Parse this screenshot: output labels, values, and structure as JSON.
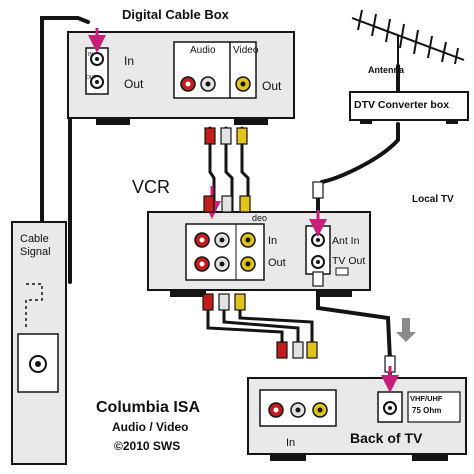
{
  "labels": {
    "digital_cable_box": "Digital Cable Box",
    "antenna": "Antenna",
    "dtv_converter_box": "DTV Converter box",
    "local_tv": "Local TV",
    "vcr": "VCR",
    "cable_signal_line1": "Cable",
    "cable_signal_line2": "Signal",
    "back_of_tv": "Back of TV"
  },
  "ports": {
    "in": "In",
    "out": "Out",
    "in_small": "IN",
    "out_small": "OUT",
    "audio": "Audio",
    "video": "Video",
    "video_partial": "deo",
    "ant_in": "Ant In",
    "tv_out": "TV Out",
    "vhf_uhf": "VHF/UHF",
    "ohm": "75 Ohm"
  },
  "credit": {
    "org": "Columbia ISA",
    "subtitle": "Audio / Video",
    "copyright": "©2010 SWS"
  },
  "colors": {
    "pink_arrow": "#c8207a",
    "cable": "#141414",
    "device_face": "#e9e9e9",
    "rca_red": "#c21c1c",
    "rca_white": "#e2e2e2",
    "rca_yellow": "#e2c21c"
  }
}
